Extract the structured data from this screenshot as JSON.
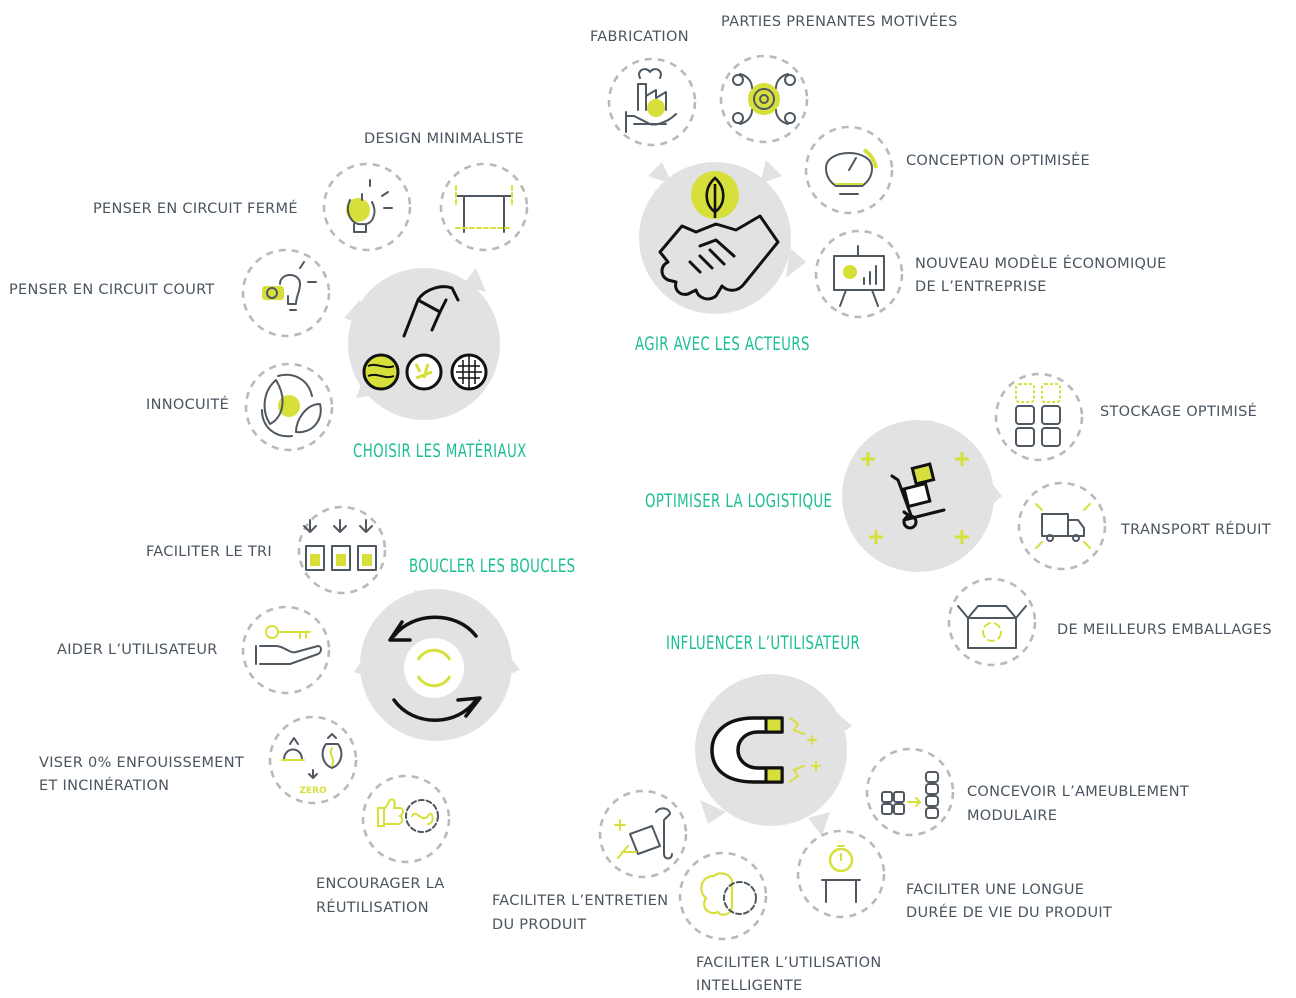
{
  "groups": {
    "materiaux": {
      "title": "CHOISIR LES MATÉRIAUX",
      "items": [
        "DESIGN MINIMALISTE",
        "PENSER EN CIRCUIT FERMÉ",
        "PENSER EN CIRCUIT COURT",
        "INNOCUITÉ"
      ]
    },
    "acteurs": {
      "title": "AGIR AVEC LES ACTEURS",
      "items": [
        "FABRICATION",
        "PARTIES PRENANTES MOTIVÉES",
        "CONCEPTION OPTIMISÉE",
        "NOUVEAU MODÈLE ÉCONOMIQUE",
        "DE L’ENTREPRISE"
      ]
    },
    "logistique": {
      "title": "OPTIMISER LA LOGISTIQUE",
      "items": [
        "STOCKAGE OPTIMISÉ",
        "TRANSPORT RÉDUIT",
        "DE MEILLEURS EMBALLAGES"
      ]
    },
    "boucles": {
      "title": "BOUCLER LES BOUCLES",
      "items": [
        "FACILITER LE TRI",
        "AIDER L’UTILISATEUR",
        "VISER 0% ENFOUISSEMENT",
        "ET INCINÉRATION",
        "ENCOURAGER LA",
        "RÉUTILISATION"
      ],
      "zero_label": "ZERO"
    },
    "utilisateur": {
      "title": "INFLUENCER L’UTILISATEUR",
      "items": [
        "CONCEVOIR L’AMEUBLEMENT",
        "MODULAIRE",
        "FACILITER UNE LONGUE",
        "DURÉE DE VIE DU PRODUIT",
        "FACILITER L’UTILISATION",
        "INTELLIGENTE",
        "FACILITER L’ENTRETIEN",
        "DU PRODUIT"
      ]
    }
  },
  "colors": {
    "accent": "#d7e03a",
    "title": "#1cbf93",
    "hub_fill": "#e2e2e2",
    "dash": "#b9b9b9",
    "icon_stroke": "#4f5861",
    "dark": "#111111",
    "label": "#4a5560"
  }
}
